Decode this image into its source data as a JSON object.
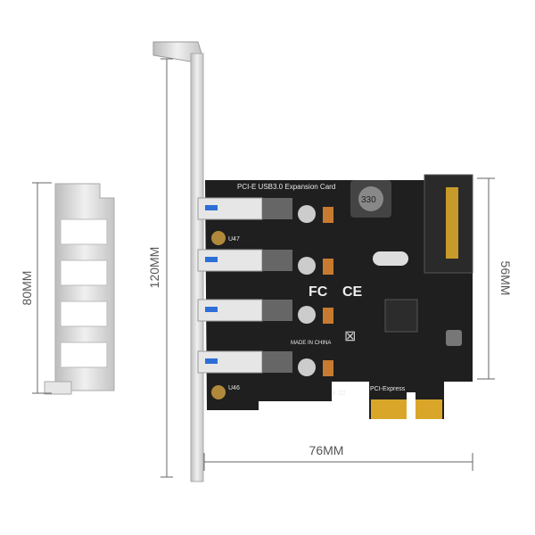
{
  "dimensions": {
    "height_full": "120MM",
    "height_low": "80MM",
    "board_height": "56MM",
    "board_width": "76MM"
  },
  "board": {
    "title": "PCI-E USB3.0 Expansion Card",
    "inductor_code": "330",
    "made_in": "MADE IN CHINA",
    "interface": "PCI-Express",
    "screw_label_top": "U47",
    "screw_label_bottom": "U46",
    "date_code": "3 :22",
    "port_count": 4
  },
  "colors": {
    "pcb": "#1f1f1f",
    "bracket": "#d8d8d8",
    "gold": "#d9a62a",
    "usb_blue": "#2d6fd6"
  }
}
